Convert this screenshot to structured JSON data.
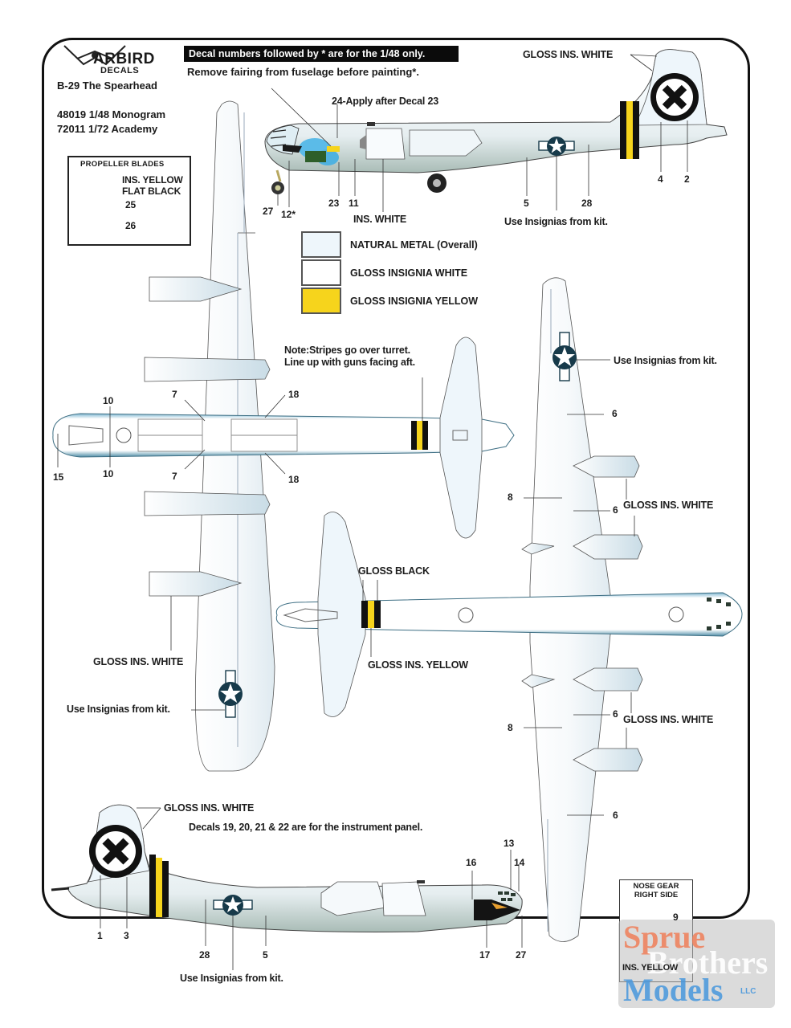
{
  "header": {
    "brand_name": "ARBIRD",
    "brand_sub": "DECALS",
    "title": "B-29 The Spearhead",
    "kits": [
      "48019 1/48 Monogram",
      "72011 1/72 Academy"
    ],
    "banner": "Decal numbers followed by * are for the 1/48 only.",
    "note_fairing": "Remove fairing from fuselage before painting*.",
    "note_decal24": "24-Apply after Decal 23"
  },
  "propeller_box": {
    "title": "PROPELLER BLADES",
    "labels": [
      "INS. YELLOW",
      "FLAT BLACK",
      "25",
      "26"
    ]
  },
  "legend": [
    {
      "label": "NATURAL METAL (Overall)",
      "color": "#eef6fb"
    },
    {
      "label": "GLOSS INSIGNIA WHITE",
      "color": "#ffffff"
    },
    {
      "label": "GLOSS INSIGNIA YELLOW",
      "color": "#f6d41c"
    }
  ],
  "top_profile": {
    "tail_label": "GLOSS INS. WHITE",
    "nacelle_label": "INS. WHITE",
    "insignia_note": "Use Insignias from kit.",
    "numbers": [
      "27",
      "12*",
      "23",
      "11",
      "5",
      "28",
      "4",
      "2"
    ]
  },
  "upper_plan": {
    "stripe_note_1": "Note:Stripes go over turret.",
    "stripe_note_2": "Line up with guns facing aft.",
    "numbers": [
      "10",
      "10",
      "15",
      "7",
      "7",
      "18",
      "18"
    ],
    "engine_label": "GLOSS INS. WHITE",
    "insignia_note": "Use Insignias from kit."
  },
  "lower_plan": {
    "black_label": "GLOSS BLACK",
    "yellow_label": "GLOSS INS. YELLOW",
    "insignia_note": "Use Insignias from kit.",
    "engine_label_1": "GLOSS INS. WHITE",
    "engine_label_2": "GLOSS INS. WHITE",
    "numbers": [
      "6",
      "8",
      "6",
      "6",
      "8",
      "6"
    ]
  },
  "bottom_profile": {
    "tail_label": "GLOSS INS. WHITE",
    "panel_note": "Decals 19, 20, 21 & 22 are for the instrument panel.",
    "insignia_note": "Use Insignias from kit.",
    "numbers": [
      "1",
      "3",
      "28",
      "5",
      "16",
      "13",
      "14",
      "17",
      "27"
    ]
  },
  "nose_gear_box": {
    "title_1": "NOSE GEAR",
    "title_2": "RIGHT SIDE",
    "number": "9",
    "label": "INS. YELLOW"
  },
  "watermark": {
    "line1": "Sprue",
    "line2": "Brothers",
    "line3": "Models",
    "suffix": "LLC"
  },
  "colors": {
    "metal": "#e6f1f8",
    "metal_shade": "#9fc3d6",
    "yellow": "#f6d41c",
    "black": "#111111",
    "insignia_blue": "#173a4a"
  }
}
